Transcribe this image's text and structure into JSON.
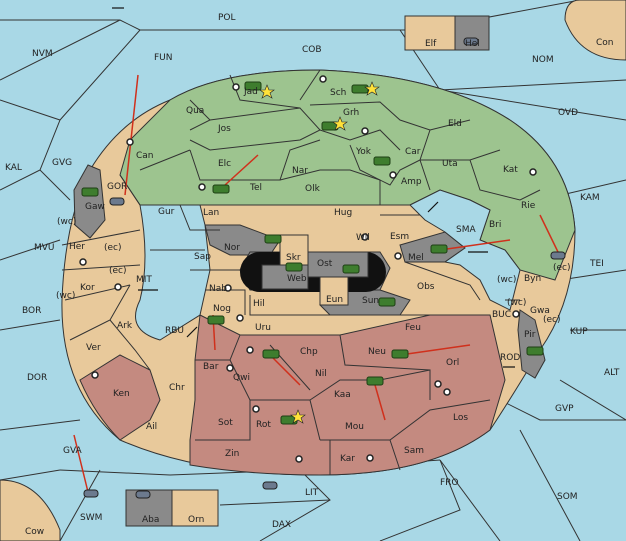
{
  "colors": {
    "sea": "#a9d8e6",
    "neutral": "#e8c99b",
    "green": "#9dc48f",
    "red": "#c48a80",
    "grey": "#8a8a8a",
    "center": "#222222",
    "arrow": "#d0301c"
  },
  "labels": {
    "sea": [
      "POL",
      "NVM",
      "FUN",
      "COB",
      "NOM",
      "Con",
      "OVD",
      "KAL",
      "GVG",
      "KAM",
      "TEI",
      "MVU",
      "BOR",
      "DOR",
      "SMA",
      "MIT",
      "RBU",
      "BUC",
      "KUP",
      "ROD",
      "ALT",
      "GVP",
      "FRO",
      "SOM",
      "GVA",
      "LIT",
      "DAX",
      "SWM",
      "Cow",
      "(wc)",
      "(ec)"
    ],
    "green": [
      "Jad",
      "Sch",
      "Grh",
      "Qua",
      "Jos",
      "Elc",
      "Tel",
      "Nar",
      "Olk",
      "Yok",
      "Car",
      "Eld",
      "Uta",
      "Kat",
      "Rie",
      "Amp",
      "Bri",
      "Byn",
      "Can"
    ],
    "neutral": [
      "Elf",
      "Gaw",
      "GOR",
      "Gur",
      "Lan",
      "Hug",
      "Wil",
      "Esm",
      "Her",
      "Sap",
      "Kor",
      "Ark",
      "Ver",
      "Nab",
      "Hil",
      "Uru",
      "Feu",
      "Obs",
      "Gwa",
      "Skr",
      "Eun"
    ],
    "red": [
      "Nog",
      "Bar",
      "Qwi",
      "Chp",
      "Neu",
      "Orl",
      "Nil",
      "Kaa",
      "Ken",
      "Chr",
      "Sot",
      "Rot",
      "Mou",
      "Los",
      "Ail",
      "Zin",
      "Kar",
      "Sam",
      "Orn"
    ],
    "grey": [
      "Hel",
      "Nor",
      "Web",
      "Ost",
      "Mel",
      "Sun",
      "Pir",
      "Aba"
    ]
  }
}
